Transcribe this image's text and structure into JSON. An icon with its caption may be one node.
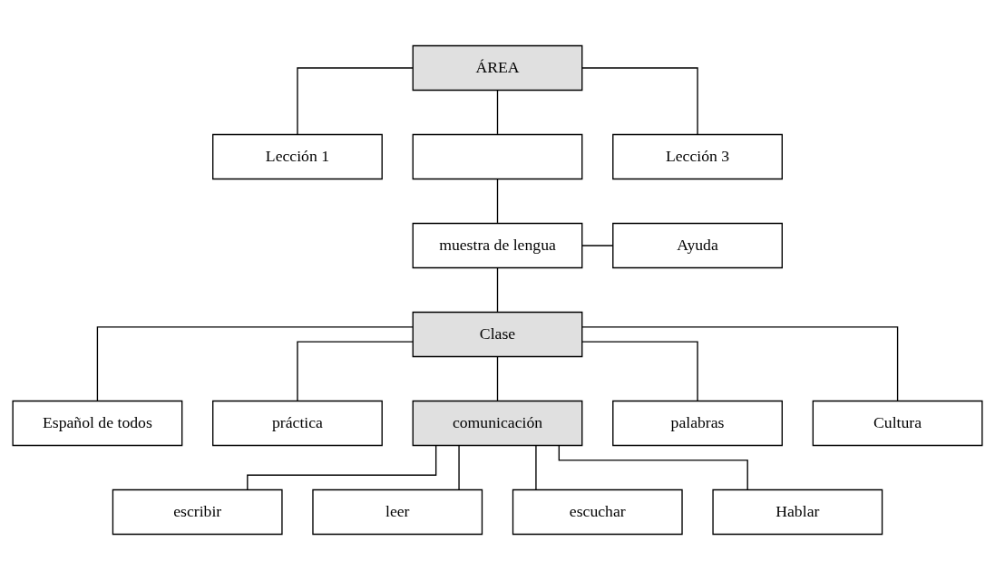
{
  "diagram": {
    "nodes": [
      {
        "text": [
          "ÁREA"
        ]
      },
      {
        "text": [
          "Lección 1"
        ]
      },
      {
        "text": [],
        "shape": "box"
      },
      {
        "text": [
          "Lección 3"
        ]
      },
      {
        "text": [
          "muestra de lengua"
        ]
      },
      {
        "text": [
          "Ayuda"
        ]
      },
      {
        "text": [
          "Clase"
        ]
      },
      {
        "text": [
          "Español de todos"
        ]
      },
      {
        "text": [
          "práctica"
        ]
      },
      {
        "text": [
          "comunicación"
        ]
      },
      {
        "text": [
          "palabras"
        ]
      },
      {
        "text": [
          "Cultura"
        ]
      },
      {
        "text": [
          "escribir"
        ]
      },
      {
        "text": [
          "leer"
        ]
      },
      {
        "text": [
          "escuchar"
        ]
      },
      {
        "text": [
          "Hablar"
        ]
      }
    ],
    "edges": [
      {
        "from": 0,
        "to": 1,
        "arrow": "none"
      },
      {
        "from": 0,
        "to": 2,
        "arrow": "none"
      },
      {
        "from": 0,
        "to": 3,
        "arrow": "none"
      },
      {
        "from": 2,
        "to": 4,
        "arrow": "none"
      },
      {
        "from": 4,
        "to": 5,
        "arrow": "none"
      },
      {
        "from": 4,
        "to": 6,
        "arrow": "none"
      },
      {
        "from": 6,
        "to": 7,
        "arrow": "none"
      },
      {
        "from": 6,
        "to": 8,
        "arrow": "none"
      },
      {
        "from": 6,
        "to": 9,
        "arrow": "none"
      },
      {
        "from": 6,
        "to": 10,
        "arrow": "none"
      },
      {
        "from": 6,
        "to": 11,
        "arrow": "none"
      },
      {
        "from": 9,
        "to": 12,
        "arrow": "none"
      },
      {
        "from": 9,
        "to": 13,
        "arrow": "none"
      },
      {
        "from": 9,
        "to": 14,
        "arrow": "none"
      },
      {
        "from": 9,
        "to": 15,
        "arrow": "none"
      }
    ]
  }
}
